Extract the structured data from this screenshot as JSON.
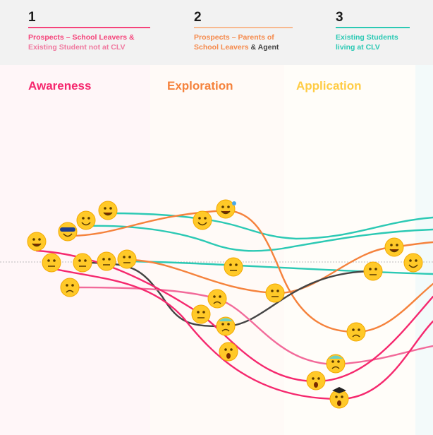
{
  "personas": [
    {
      "number": "1",
      "line1": "Prospects – School Leavers &",
      "line2": "Existing Student not at CLV",
      "color": "#f5437a",
      "color2": "#f07aa0"
    },
    {
      "number": "2",
      "line1": "Prospects – Parents of",
      "line2a": "School Leavers",
      "line2b": " & Agent",
      "color": "#f58a4c",
      "color2": "#444444"
    },
    {
      "number": "3",
      "line1": "Existing Students",
      "line2": "living at CLV",
      "color": "#2cc9b4"
    }
  ],
  "stages": [
    {
      "label": "Awareness",
      "color": "#f5286e"
    },
    {
      "label": "Exploration",
      "color": "#f5823c"
    },
    {
      "label": "Application",
      "color": "#ffcc44"
    }
  ],
  "emotions": [
    "star-struck",
    "sunglasses",
    "smile",
    "grin",
    "neutral",
    "monocle",
    "neutral",
    "neutral",
    "persevering",
    "wink",
    "sweat-grin",
    "thinking",
    "monocle",
    "frown",
    "thinking",
    "cold-sweat",
    "astonished",
    "triumph",
    "cold-sweat",
    "astonished",
    "graduate-scream",
    "grin",
    "neutral",
    "smile"
  ]
}
